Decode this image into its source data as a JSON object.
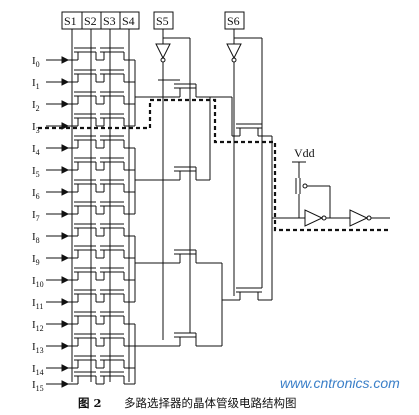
{
  "select_labels": [
    "S1",
    "S2",
    "S3",
    "S4",
    "S5",
    "S6"
  ],
  "input_labels": [
    {
      "base": "I",
      "sub": "0"
    },
    {
      "base": "I",
      "sub": "1"
    },
    {
      "base": "I",
      "sub": "2"
    },
    {
      "base": "I",
      "sub": "3"
    },
    {
      "base": "I",
      "sub": "4"
    },
    {
      "base": "I",
      "sub": "5"
    },
    {
      "base": "I",
      "sub": "6"
    },
    {
      "base": "I",
      "sub": "7"
    },
    {
      "base": "I",
      "sub": "8"
    },
    {
      "base": "I",
      "sub": "9"
    },
    {
      "base": "I",
      "sub": "10"
    },
    {
      "base": "I",
      "sub": "11"
    },
    {
      "base": "I",
      "sub": "12"
    },
    {
      "base": "I",
      "sub": "13"
    },
    {
      "base": "I",
      "sub": "14"
    },
    {
      "base": "I",
      "sub": "15"
    }
  ],
  "vdd_label": "Vdd",
  "caption": {
    "figure_number": "图 2",
    "title": "多路选择器的晶体管级电路结构图"
  },
  "watermark": "www.cntronics.com",
  "colors": {
    "ink": "#111111",
    "watermark": "#3a7fc8",
    "background": "#ffffff"
  }
}
